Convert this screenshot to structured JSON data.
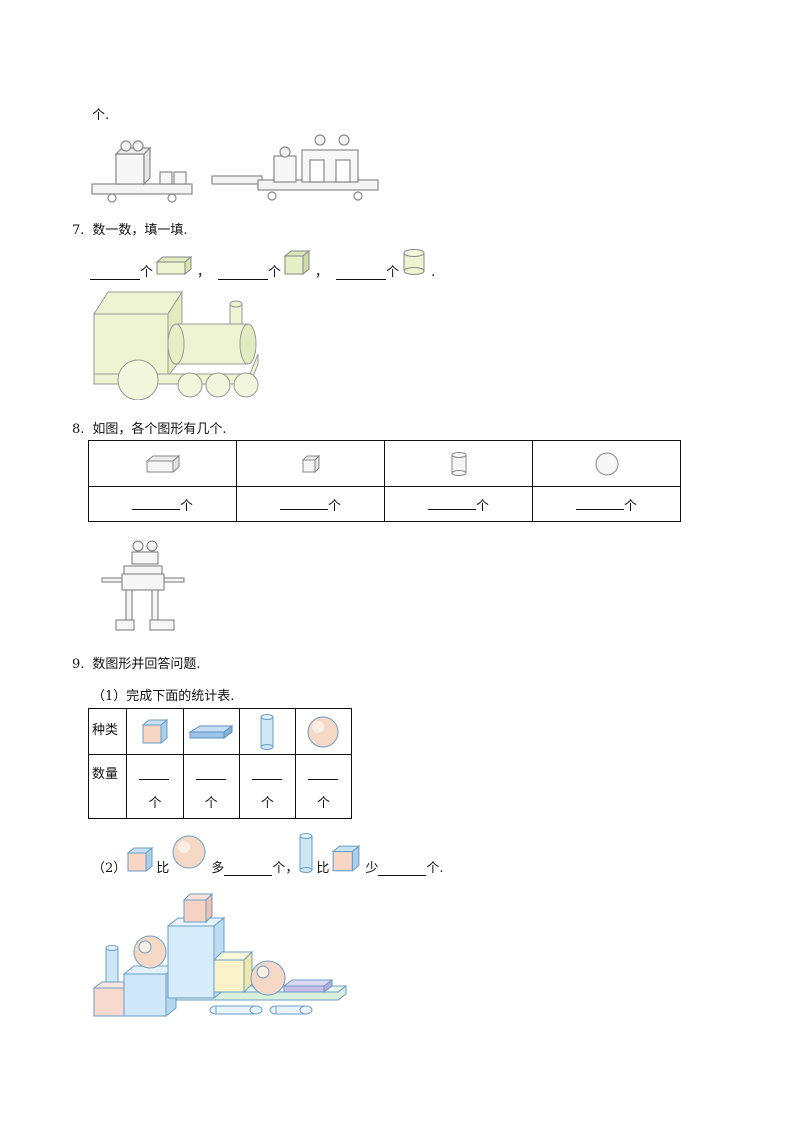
{
  "top_fragment": {
    "text": "个."
  },
  "q7": {
    "number": "7.",
    "prompt": "数一数，填一填.",
    "unit": "个",
    "comma": "，",
    "period": "."
  },
  "q8": {
    "number": "8.",
    "prompt": "如图，各个图形有几个.",
    "unit": "个"
  },
  "q9": {
    "number": "9.",
    "prompt": "数图形并回答问题.",
    "part1": "（1）完成下面的统计表.",
    "row_kind": "种类",
    "row_qty": "数量",
    "unit": "个",
    "part2": {
      "label": "（2）",
      "bi1": "比",
      "duo": "多",
      "ge_comma": "个，",
      "bi2": "比",
      "shao": "少",
      "ge_period": "个."
    }
  }
}
